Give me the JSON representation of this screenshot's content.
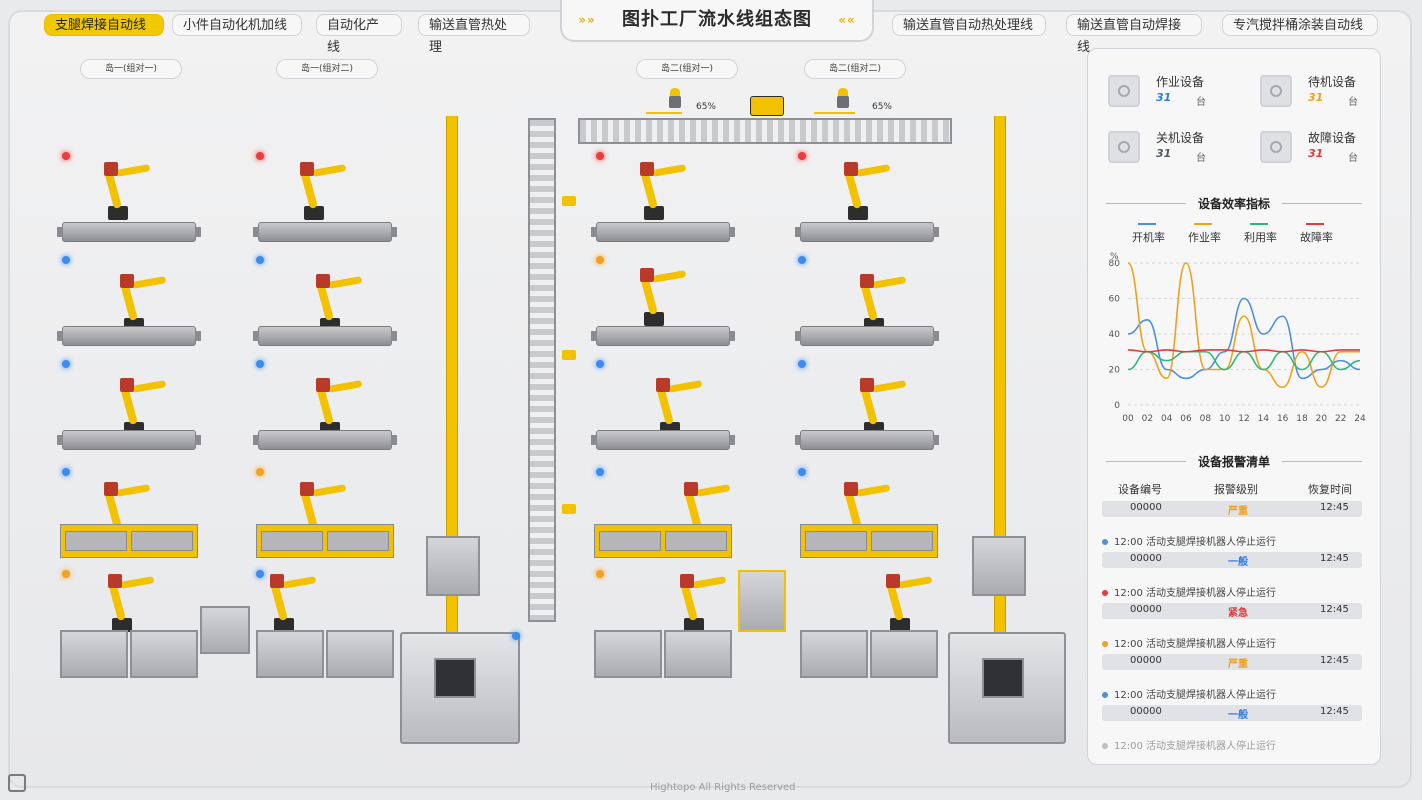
{
  "header": {
    "title": "图扑工厂流水线组态图",
    "title_arrows_left": "»»",
    "title_arrows_right": "««"
  },
  "tabs_left": [
    "支腿焊接自动线",
    "小件自动化机加线",
    "自动化产线",
    "输送直管热处理"
  ],
  "tabs_right": [
    "输送直管自动热处理线",
    "输送直管自动焊接线",
    "专汽搅拌桶涂装自动线"
  ],
  "cells": [
    "岛一(组对一)",
    "岛一(组对二)",
    "岛二(组对一)",
    "岛二(组对二)"
  ],
  "progress": [
    {
      "label": "65%",
      "value": 65
    },
    {
      "label": "65%",
      "value": 65
    }
  ],
  "panel": {
    "stats": [
      {
        "label": "作业设备",
        "value": "31",
        "unit": "台",
        "color": "#2f7be8"
      },
      {
        "label": "待机设备",
        "value": "31",
        "unit": "台",
        "color": "#f0a020"
      },
      {
        "label": "关机设备",
        "value": "31",
        "unit": "台",
        "color": "#555b66"
      },
      {
        "label": "故障设备",
        "value": "31",
        "unit": "台",
        "color": "#e23b3b"
      }
    ],
    "efficiency_title": "设备效率指标",
    "legend": [
      {
        "name": "开机率",
        "color": "#4e8fdc"
      },
      {
        "name": "作业率",
        "color": "#f0a020"
      },
      {
        "name": "利用率",
        "color": "#2fb879"
      },
      {
        "name": "故障率",
        "color": "#e23b3b"
      }
    ],
    "alarm_title": "设备报警清单",
    "alarm_headers": [
      "设备编号",
      "报警级别",
      "恢复时间"
    ],
    "alarm_rows": [
      {
        "id": "00000",
        "level": "严重",
        "time": "12:45",
        "level_color": "#f0a020"
      },
      {
        "id": "00000",
        "level": "一般",
        "time": "12:45",
        "level_color": "#2f7be8"
      },
      {
        "id": "00000",
        "level": "紧急",
        "time": "12:45",
        "level_color": "#e23b3b"
      },
      {
        "id": "00000",
        "level": "严重",
        "time": "12:45",
        "level_color": "#f0a020"
      },
      {
        "id": "00000",
        "level": "一般",
        "time": "12:45",
        "level_color": "#2f7be8"
      }
    ],
    "alarm_messages": [
      {
        "text": "12:00  活动支腿焊接机器人停止运行",
        "color": "#4e8fdc"
      },
      {
        "text": "12:00  活动支腿焊接机器人停止运行",
        "color": "#e23b3b"
      },
      {
        "text": "12:00  活动支腿焊接机器人停止运行",
        "color": "#f0a020"
      },
      {
        "text": "12:00  活动支腿焊接机器人停止运行",
        "color": "#4e8fdc"
      },
      {
        "text": "12:00  活动支腿焊接机器人停止运行",
        "color": "#888888"
      }
    ]
  },
  "chart_data": {
    "type": "line",
    "ylabel": "%",
    "x": [
      "00",
      "02",
      "04",
      "06",
      "08",
      "10",
      "12",
      "14",
      "16",
      "18",
      "20",
      "22",
      "24"
    ],
    "ylim": [
      0,
      80
    ],
    "yticks": [
      0,
      20,
      40,
      60,
      80
    ],
    "series": [
      {
        "name": "开机率",
        "values": [
          40,
          48,
          20,
          15,
          20,
          30,
          60,
          40,
          50,
          15,
          20,
          25,
          20
        ]
      },
      {
        "name": "作业率",
        "values": [
          80,
          30,
          15,
          80,
          20,
          20,
          50,
          20,
          10,
          30,
          10,
          30,
          30
        ]
      },
      {
        "name": "利用率",
        "values": [
          20,
          30,
          25,
          30,
          30,
          20,
          30,
          20,
          30,
          20,
          30,
          20,
          25
        ]
      },
      {
        "name": "故障率",
        "values": [
          31,
          30,
          31,
          30,
          31,
          31,
          30,
          31,
          30,
          31,
          30,
          31,
          31
        ]
      }
    ],
    "colors": [
      "#4e8fdc",
      "#f0a020",
      "#2fb879",
      "#e23b3b"
    ],
    "grid": true
  },
  "footer": "Hightopo All Rights Reserved"
}
